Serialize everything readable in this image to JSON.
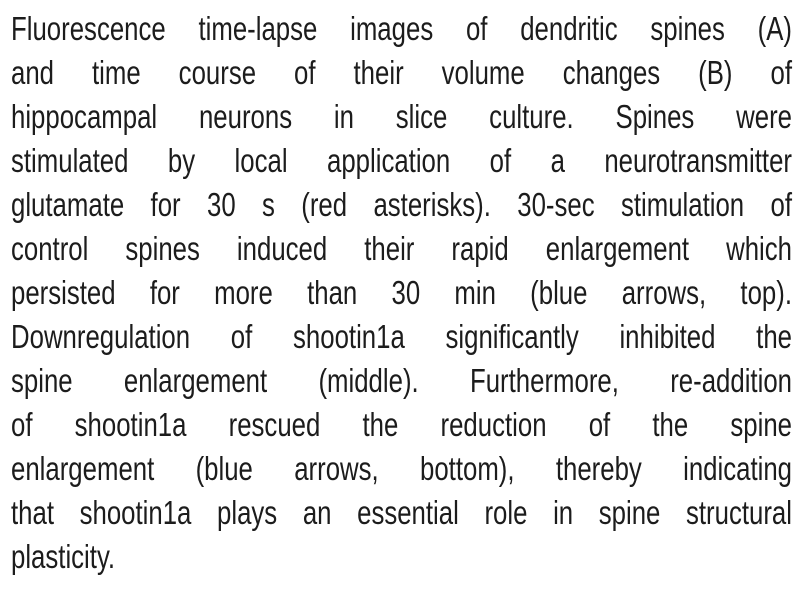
{
  "page": {
    "background_color": "#ffffff",
    "text_color": "#1c1c1c"
  },
  "caption": {
    "lines": [
      "Fluorescence time-lapse images of dendritic spines (A)",
      "and time course of their volume changes (B) of",
      "hippocampal neurons in slice culture. Spines were",
      "stimulated by local application of a neurotransmitter",
      "glutamate for 30 s (red asterisks). 30-sec stimulation of",
      "control spines induced their rapid enlargement which",
      "persisted for more than 30 min (blue arrows, top).",
      "Downregulation of shootin1a significantly inhibited the",
      "spine enlargement (middle). Furthermore, re-addition",
      "of shootin1a rescued the reduction of the spine",
      "enlargement (blue arrows, bottom), thereby indicating",
      "that shootin1a plays an essential role in spine structural",
      "plasticity."
    ],
    "full_text": "Fluorescence time-lapse images of dendritic spines (A) and time course of their volume changes (B) of hippocampal neurons in slice culture. Spines were stimulated by local application of a neurotransmitter glutamate for 30 s (red asterisks). 30-sec stimulation of control spines induced their rapid enlargement which persisted for more than 30 min (blue arrows, top). Downregulation of shootin1a significantly inhibited the spine enlargement (middle). Furthermore, re-addition of shootin1a rescued the reduction of the spine enlargement (blue arrows, bottom), thereby indicating that shootin1a plays an essential role in spine structural plasticity."
  }
}
